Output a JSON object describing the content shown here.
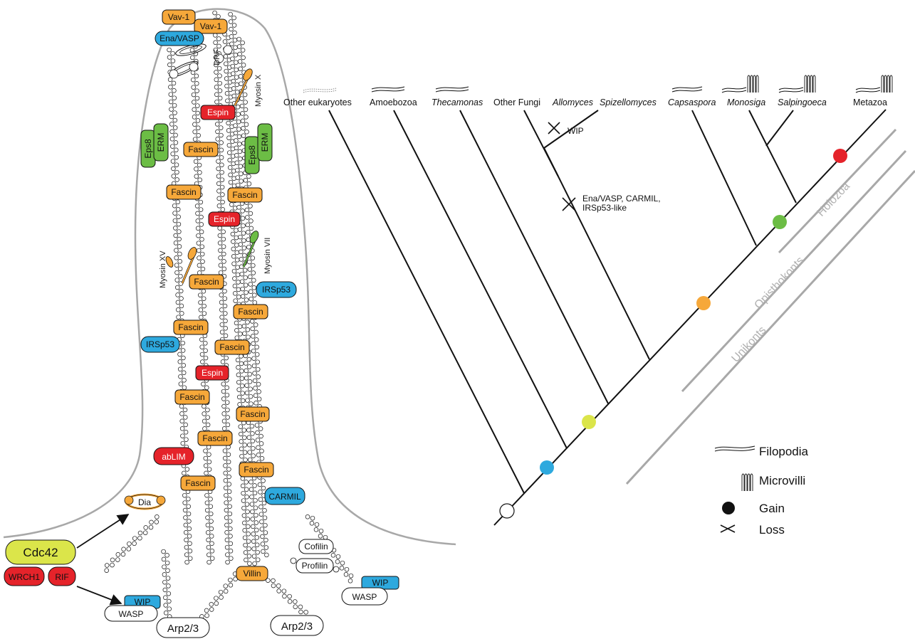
{
  "colors": {
    "orange": "#f6a83a",
    "blue": "#2ea9de",
    "green": "#6cbd45",
    "red": "#e5232a",
    "yellow": "#dbe54a",
    "grey": "#a8a8a8",
    "white": "#ffffff"
  },
  "cell": {
    "tip_proteins": {
      "vav1": "Vav-1",
      "ena": "Ena/VASP",
      "drf": "DRF",
      "myoX": "Myosin X"
    },
    "bundle": {
      "espin": "Espin",
      "fascin": "Fascin",
      "eps8": "Eps8",
      "erm": "ERM",
      "myoXV": "Myosin XV",
      "myoVII": "Myosin VII",
      "irsp53": "IRSp53",
      "ablim": "abLIM",
      "carmil": "CARMIL",
      "dia": "Dia"
    },
    "base": {
      "cdc42": "Cdc42",
      "wrch1": "WRCH1",
      "rif": "RIF",
      "wip": "WIP",
      "wasp": "WASP",
      "arp23": "Arp2/3",
      "villin": "Villin",
      "cofilin": "Cofilin",
      "profilin": "Profilin"
    }
  },
  "tree": {
    "taxa": {
      "other_euk": "Other eukaryotes",
      "amoebozoa": "Amoebozoa",
      "thecamonas": "Thecamonas",
      "other_fungi": "Other Fungi",
      "allomyces": "Allomyces",
      "spizellomyces": "Spizellomyces",
      "capsaspora": "Capsaspora",
      "monosiga": "Monosiga",
      "salpingoeca": "Salpingoeca",
      "metazoa": "Metazoa"
    },
    "losses": {
      "wip": "WIP",
      "ena_line1": "Ena/VASP, CARMIL,",
      "ena_line2": "IRSp53-like"
    },
    "clades": {
      "holozoa": "Holozoa",
      "opisthokonts": "Opisthokonts",
      "unikonts": "Unikonts"
    }
  },
  "legend": {
    "filopodia": "Filopodia",
    "microvilli": "Microvilli",
    "gain": "Gain",
    "loss": "Loss"
  }
}
